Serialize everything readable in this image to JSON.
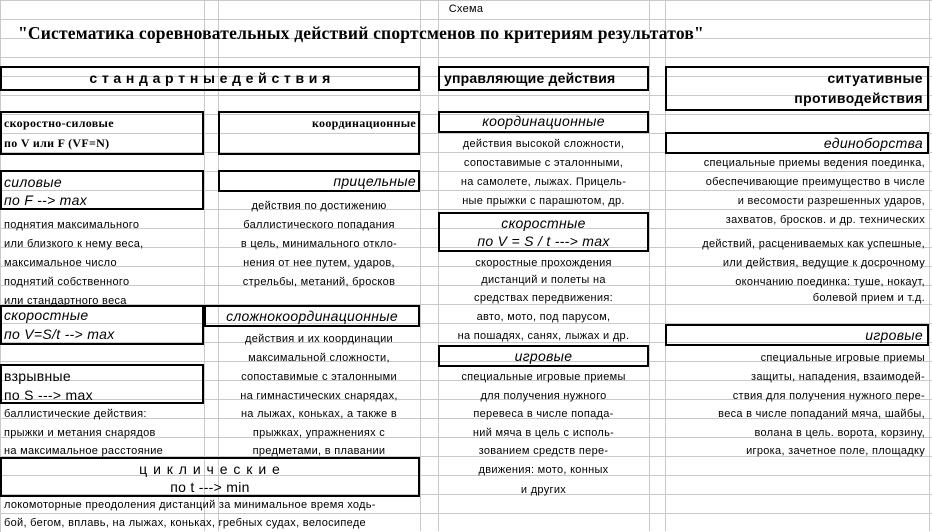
{
  "sheet": {
    "caption": "Схема",
    "title": "\"Систематика соревновательных действий спортсменов по критериям результатов\""
  },
  "col1": {
    "header": "с т а н д а р т н ы е     д е й с т в и я",
    "speed_power": {
      "line1": "скоростно-силовые",
      "line2": "по V   или F (VF=N)"
    },
    "power": {
      "title": "силовые",
      "formula": "по F  -->    max",
      "lines": [
        "поднятия максимального",
        "или близкого к нему веса,",
        "максимальное число",
        "поднятий собственного",
        "или стандартного веса"
      ]
    },
    "speed": {
      "title": "скоростные",
      "formula": "по V=S/t   -->    max"
    },
    "explosive": {
      "title": "взрывные",
      "formula": "по  S  ---> max",
      "lines": [
        "баллистические действия:",
        "прыжки и метания снарядов",
        "на максимальное расстояние"
      ]
    },
    "cyclic": {
      "title": "ц и к л и ч е с к и е",
      "formula": "по  t  ---> min",
      "lines": [
        "локомоторные преодоления дистанций за минимальное время ходь-",
        "бой, бегом, вплавь, на лыжах, коньках, гребных судах, велосипеде"
      ]
    }
  },
  "col2": {
    "coordination": {
      "title": "координационные"
    },
    "targeted": {
      "title": "прицельные",
      "lines": [
        "действия по достижению",
        "баллистического попадания",
        "в цель, минимального откло-",
        "нения от нее путем, ударов,",
        "стрельбы, метаний, бросков"
      ]
    },
    "complex": {
      "title": "сложнокоординационные",
      "lines": [
        "действия и их координации",
        "максимальной сложности,",
        "сопоставимые с эталонными",
        "на гимнастических снарядах,",
        "на лыжах, коньках, а также в",
        "прыжках, упражнениях с",
        "предметами, в плавании"
      ]
    }
  },
  "col3": {
    "header": "управляющие действия",
    "coordination": {
      "title": "координационные",
      "lines": [
        "действия высокой сложности,",
        "сопоставимые с эталонными,",
        "на самолете, лыжах. Прицель-",
        "ные прыжки с парашютом, др."
      ]
    },
    "speed": {
      "title": "скоростные",
      "formula": "по V =  S / t  ---> max",
      "lines": [
        "скоростные прохождения",
        "дистанций и полеты на",
        "средствах передвижения:",
        "авто, мото, под парусом,",
        "на пошадях, санях, лыжах и др."
      ]
    },
    "game": {
      "title": "игровые",
      "lines": [
        "специальные игровые приемы",
        "для получения нужного",
        "перевеса в числе попада-",
        "ний мяча в цель с исполь-",
        "зованием средств пере-",
        "движения: мото, конных",
        "и других"
      ]
    }
  },
  "col4": {
    "header": [
      "ситуативные",
      "противодействия"
    ],
    "martial": {
      "title": "единоборства",
      "lines": [
        "специальные приемы ведения поединка,",
        "обеспечивающие преимущество в числе",
        "и весомости разрешенных ударов,",
        "захватов, бросков. и др. технических",
        "действий, расцениваемых как успешные,",
        "или действия, ведущие к досрочному",
        "окончанию поединка:  туше, нокаут,",
        "болевой прием и т.д."
      ]
    },
    "game": {
      "title": "игровые",
      "lines": [
        "специальные игровые приемы",
        "защиты, нападения, взаимодей-",
        "ствия для получения нужного  пере-",
        "веса в числе попаданий мяча, шайбы,",
        "волана в цель. ворота, корзину,",
        "игрока,  зачетное поле, площадку"
      ]
    }
  }
}
